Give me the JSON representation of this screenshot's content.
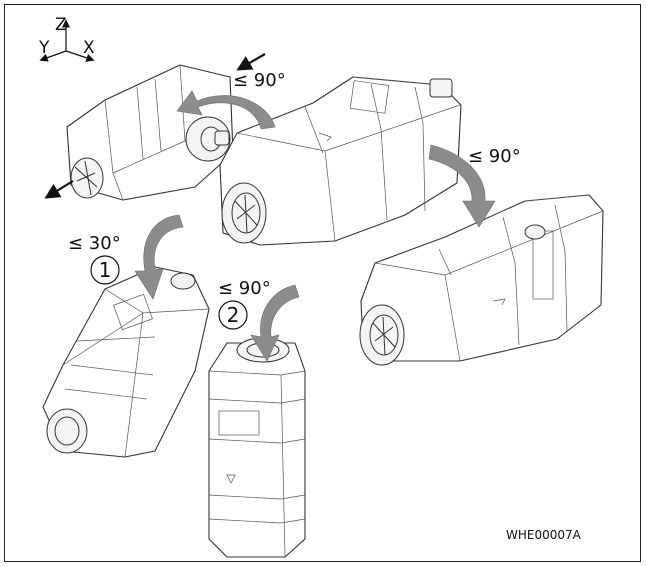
{
  "axes": {
    "z": "Z",
    "y": "Y",
    "x": "X"
  },
  "angles": {
    "top_rotation": "≤ 90°",
    "right_rotation": "≤ 90°",
    "tilt_rotation": "≤ 30°",
    "vertical_rotation": "≤ 90°"
  },
  "step_numbers": {
    "step1": "1",
    "step2": "2"
  },
  "reference_code": "WHE00007A",
  "colors": {
    "arrow_fill": "#8c8c8c",
    "outline": "#333333"
  }
}
